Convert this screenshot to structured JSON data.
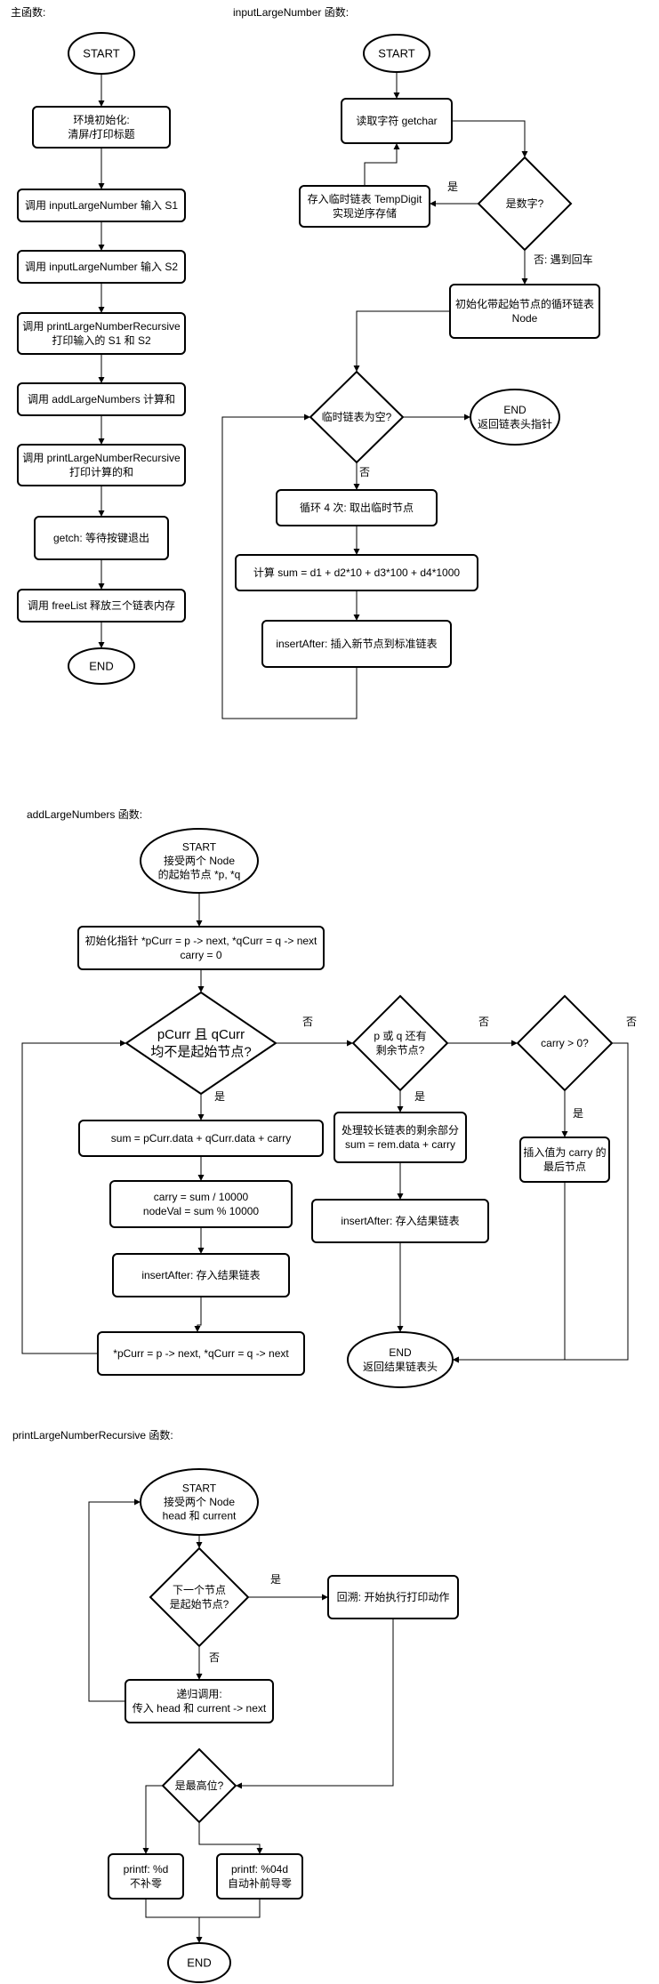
{
  "sections": [
    {
      "id": "main",
      "title": "主函数:"
    },
    {
      "id": "input",
      "title": "inputLargeNumber 函数:"
    },
    {
      "id": "add",
      "title": "addLargeNumbers 函数:"
    },
    {
      "id": "print",
      "title": "printLargeNumberRecursive 函数:"
    }
  ],
  "nodes": [
    {
      "id": "m_start",
      "shape": "ellipse",
      "lines": [
        "START"
      ]
    },
    {
      "id": "m_init",
      "shape": "rect",
      "lines": [
        "环境初始化:",
        "清屏/打印标题"
      ]
    },
    {
      "id": "m_s1",
      "shape": "rect",
      "lines": [
        "调用 inputLargeNumber 输入 S1"
      ]
    },
    {
      "id": "m_s2",
      "shape": "rect",
      "lines": [
        "调用 inputLargeNumber 输入 S2"
      ]
    },
    {
      "id": "m_p1",
      "shape": "rect",
      "lines": [
        "调用 printLargeNumberRecursive",
        "打印输入的 S1 和 S2"
      ]
    },
    {
      "id": "m_add",
      "shape": "rect",
      "lines": [
        "调用 addLargeNumbers 计算和"
      ]
    },
    {
      "id": "m_p2",
      "shape": "rect",
      "lines": [
        "调用 printLargeNumberRecursive",
        "打印计算的和"
      ]
    },
    {
      "id": "m_getch",
      "shape": "rect",
      "lines": [
        "getch: 等待按键退出"
      ]
    },
    {
      "id": "m_free",
      "shape": "rect",
      "lines": [
        "调用 freeList 释放三个链表内存"
      ]
    },
    {
      "id": "m_end",
      "shape": "ellipse",
      "lines": [
        "END"
      ]
    },
    {
      "id": "i_start",
      "shape": "ellipse",
      "lines": [
        "START"
      ]
    },
    {
      "id": "i_read",
      "shape": "rect",
      "lines": [
        "读取字符 getchar"
      ]
    },
    {
      "id": "i_isdigit",
      "shape": "diamond",
      "lines": [
        "是数字?"
      ]
    },
    {
      "id": "i_temp",
      "shape": "rect",
      "lines": [
        "存入临时链表  TempDigit",
        "实现逆序存储"
      ]
    },
    {
      "id": "i_initlist",
      "shape": "rect",
      "lines": [
        "初始化带起始节点的循环链表",
        "Node"
      ]
    },
    {
      "id": "i_empty",
      "shape": "diamond",
      "lines": [
        "临时链表为空?"
      ]
    },
    {
      "id": "i_end",
      "shape": "ellipse",
      "lines": [
        "END",
        "返回链表头指针"
      ]
    },
    {
      "id": "i_loop4",
      "shape": "rect",
      "lines": [
        "循环 4 次: 取出临时节点"
      ]
    },
    {
      "id": "i_sum",
      "shape": "rect",
      "lines": [
        "计算 sum = d1 + d2*10 + d3*100 + d4*1000"
      ]
    },
    {
      "id": "i_insert",
      "shape": "rect",
      "lines": [
        "insertAfter: 插入新节点到标准链表"
      ]
    },
    {
      "id": "a_start",
      "shape": "ellipse",
      "lines": [
        "START",
        "接受两个 Node",
        "的起始节点 *p, *q"
      ]
    },
    {
      "id": "a_init",
      "shape": "rect",
      "lines": [
        "初始化指针 *pCurr = p -> next, *qCurr = q -> next",
        "carry = 0"
      ]
    },
    {
      "id": "a_both",
      "shape": "diamond",
      "lines": [
        "pCurr 且 qCurr",
        "均不是起始节点?"
      ]
    },
    {
      "id": "a_sum",
      "shape": "rect",
      "lines": [
        "sum = pCurr.data + qCurr.data + carry"
      ]
    },
    {
      "id": "a_carry",
      "shape": "rect",
      "lines": [
        "carry = sum / 10000",
        "nodeVal = sum % 10000"
      ]
    },
    {
      "id": "a_ins1",
      "shape": "rect",
      "lines": [
        "insertAfter: 存入结果链表"
      ]
    },
    {
      "id": "a_adv",
      "shape": "rect",
      "lines": [
        "*pCurr = p -> next, *qCurr = q -> next"
      ]
    },
    {
      "id": "a_rem",
      "shape": "diamond",
      "lines": [
        "p 或 q 还有",
        "剩余节点?"
      ]
    },
    {
      "id": "a_remproc",
      "shape": "rect",
      "lines": [
        "处理较长链表的剩余部分",
        "sum = rem.data + carry"
      ]
    },
    {
      "id": "a_ins2",
      "shape": "rect",
      "lines": [
        "insertAfter: 存入结果链表"
      ]
    },
    {
      "id": "a_cpos",
      "shape": "diamond",
      "lines": [
        "carry > 0?"
      ]
    },
    {
      "id": "a_inscarry",
      "shape": "rect",
      "lines": [
        "插入值为 carry 的",
        "最后节点"
      ]
    },
    {
      "id": "a_end",
      "shape": "ellipse",
      "lines": [
        "END",
        "返回结果链表头"
      ]
    },
    {
      "id": "p_start",
      "shape": "ellipse",
      "lines": [
        "START",
        "接受两个 Node",
        "head 和 current"
      ]
    },
    {
      "id": "p_next",
      "shape": "diamond",
      "lines": [
        "下一个节点",
        "是起始节点?"
      ]
    },
    {
      "id": "p_back",
      "shape": "rect",
      "lines": [
        "回溯: 开始执行打印动作"
      ]
    },
    {
      "id": "p_rec",
      "shape": "rect",
      "lines": [
        "递归调用:",
        "传入 head 和 current -> next"
      ]
    },
    {
      "id": "p_high",
      "shape": "diamond",
      "lines": [
        "是最高位?"
      ]
    },
    {
      "id": "p_d",
      "shape": "rect",
      "lines": [
        "printf: %d",
        "不补零"
      ]
    },
    {
      "id": "p_04d",
      "shape": "rect",
      "lines": [
        "printf: %04d",
        "自动补前导零"
      ]
    },
    {
      "id": "p_end",
      "shape": "ellipse",
      "lines": [
        "END"
      ]
    }
  ],
  "edge_labels": [
    {
      "id": "yes_digit",
      "text": "是"
    },
    {
      "id": "no_digit",
      "text": "否: 遇到回车"
    },
    {
      "id": "no_empty",
      "text": "否"
    },
    {
      "id": "yes_both",
      "text": "是"
    },
    {
      "id": "no_both",
      "text": "否"
    },
    {
      "id": "yes_rem",
      "text": "是"
    },
    {
      "id": "no_rem",
      "text": "否"
    },
    {
      "id": "yes_carry",
      "text": "是"
    },
    {
      "id": "no_carry",
      "text": "否"
    },
    {
      "id": "yes_next",
      "text": "是"
    },
    {
      "id": "no_next",
      "text": "否"
    }
  ]
}
